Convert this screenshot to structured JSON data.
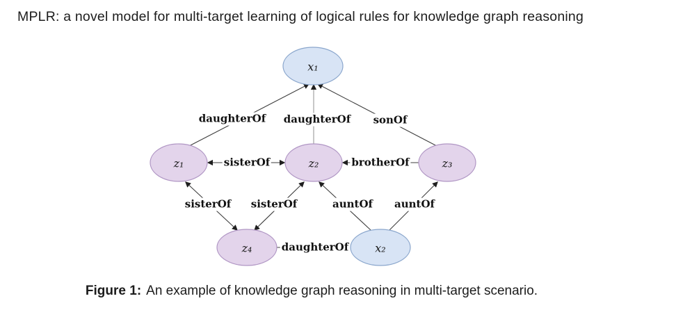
{
  "title": "MPLR: a novel model for multi-target learning of logical rules for knowledge graph reasoning",
  "figure": {
    "label": "Figure 1:",
    "caption": "An example of knowledge graph reasoning in multi-target scenario."
  },
  "colors": {
    "entity_fill": "#d8e4f5",
    "entity_stroke": "#8aa6cc",
    "variable_fill": "#e3d4eb",
    "variable_stroke": "#b096c4",
    "edge_color": "#3d3d3d"
  },
  "graph": {
    "nodes": [
      {
        "id": "x1",
        "label": "x₁",
        "type": "entity"
      },
      {
        "id": "z1",
        "label": "z₁",
        "type": "variable"
      },
      {
        "id": "z2",
        "label": "z₂",
        "type": "variable"
      },
      {
        "id": "z3",
        "label": "z₃",
        "type": "variable"
      },
      {
        "id": "z4",
        "label": "z₄",
        "type": "variable"
      },
      {
        "id": "x2",
        "label": "x₂",
        "type": "entity"
      }
    ],
    "edges": [
      {
        "from": "z1",
        "to": "x1",
        "label": "daughterOf",
        "direction": "forward"
      },
      {
        "from": "z2",
        "to": "x1",
        "label": "daughterOf",
        "direction": "forward"
      },
      {
        "from": "z3",
        "to": "x1",
        "label": "sonOf",
        "direction": "forward"
      },
      {
        "from": "z1",
        "to": "z2",
        "label": "sisterOf",
        "direction": "both"
      },
      {
        "from": "z3",
        "to": "z2",
        "label": "brotherOf",
        "direction": "forward"
      },
      {
        "from": "z4",
        "to": "z1",
        "label": "sisterOf",
        "direction": "both"
      },
      {
        "from": "z4",
        "to": "z2",
        "label": "sisterOf",
        "direction": "both"
      },
      {
        "from": "x2",
        "to": "z2",
        "label": "auntOf",
        "direction": "forward"
      },
      {
        "from": "x2",
        "to": "z3",
        "label": "auntOf",
        "direction": "forward"
      },
      {
        "from": "z4",
        "to": "x2",
        "label": "daughterOf",
        "direction": "forward"
      }
    ]
  }
}
